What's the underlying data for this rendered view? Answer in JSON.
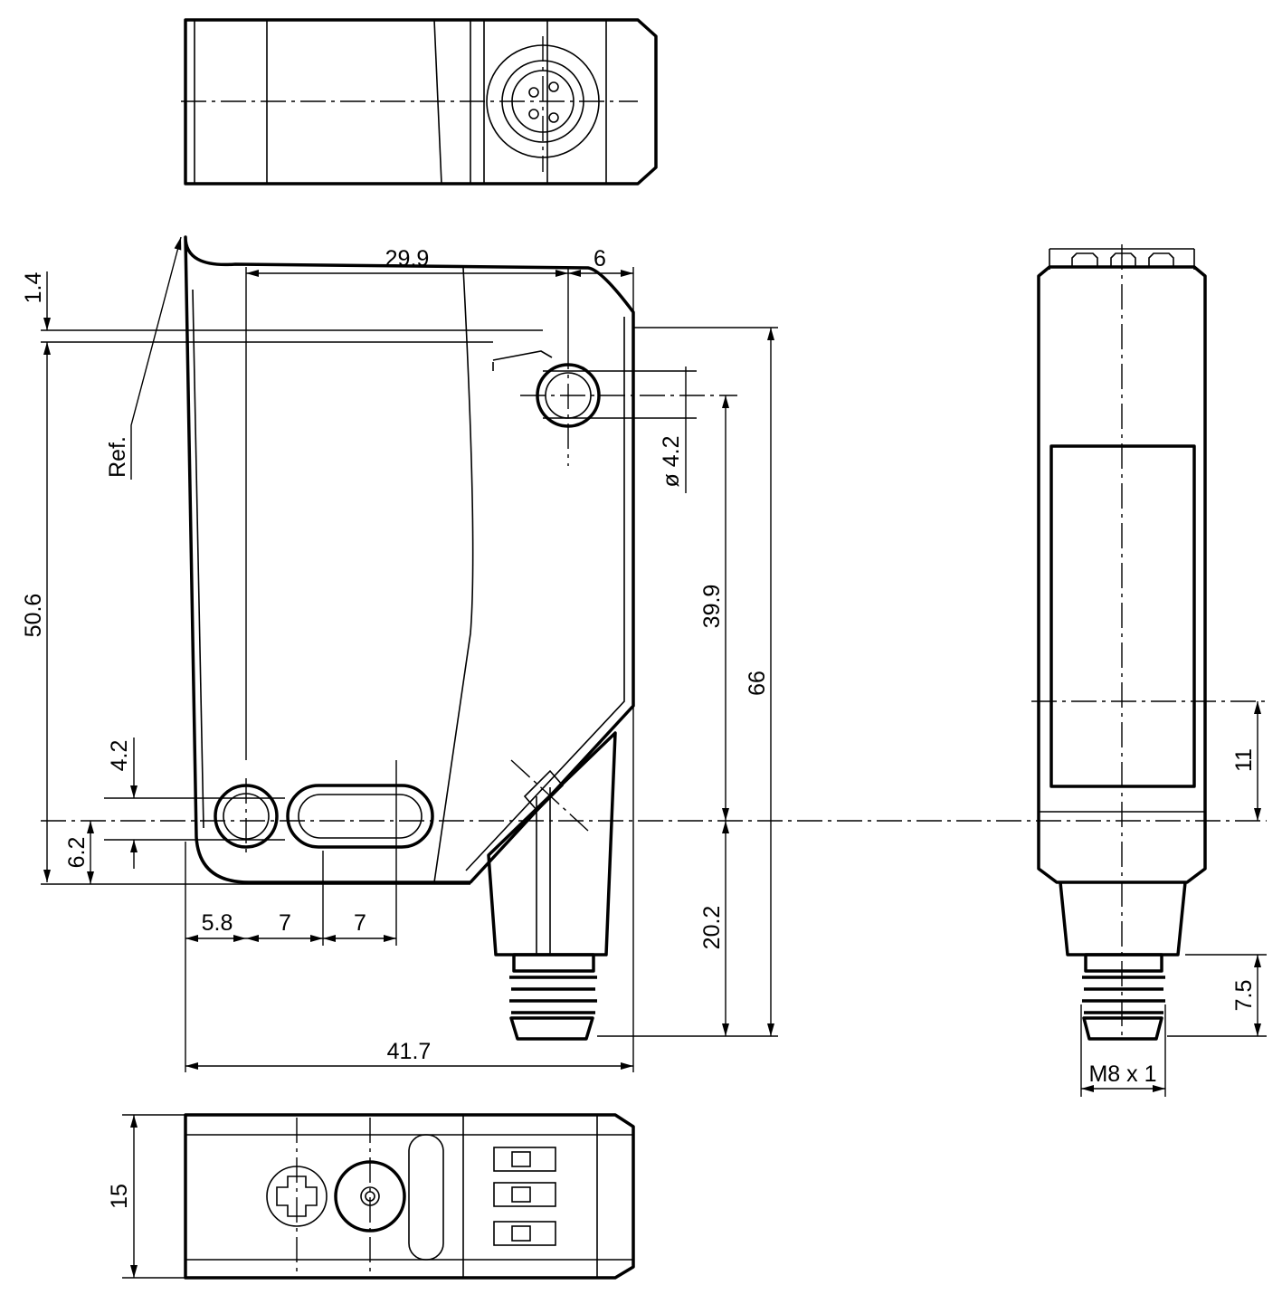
{
  "dimensions": {
    "width_top": "29.9",
    "offset_6": "6",
    "step_1_4": "1.4",
    "ref": "Ref.",
    "hole_dia": "ø 4.2",
    "height_39_9": "39.9",
    "height_66": "66",
    "height_50_6": "50.6",
    "lens_4_2": "4.2",
    "lens_6_2": "6.2",
    "offset_5_8": "5.8",
    "pitch_7a": "7",
    "pitch_7b": "7",
    "height_20_2": "20.2",
    "width_41_7": "41.7",
    "side_11": "11",
    "connector_7_5": "7.5",
    "thread": "M8 x 1",
    "depth_15": "15"
  }
}
